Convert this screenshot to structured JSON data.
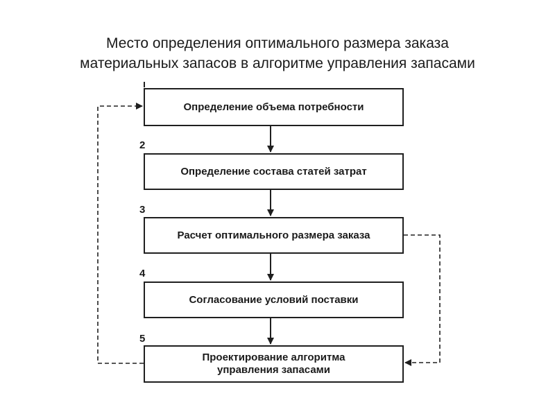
{
  "title": {
    "line1": "Место определения оптимального размера заказа",
    "line2": "материальных запасов в алгоритме управления запасами"
  },
  "steps": [
    {
      "number": "",
      "label": "Определение объема потребности"
    },
    {
      "number": "2",
      "label": "Определение состава статей затрат"
    },
    {
      "number": "3",
      "label": "Расчет оптимального размера заказа"
    },
    {
      "number": "4",
      "label": "Согласование условий поставки"
    },
    {
      "number": "5",
      "label_line1": "Проектирование алгоритма",
      "label_line2": "управления запасами"
    }
  ]
}
